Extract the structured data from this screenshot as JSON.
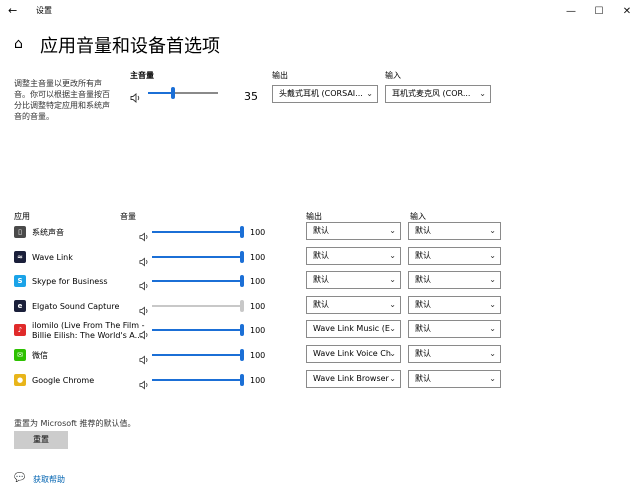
{
  "window": {
    "title": "设置"
  },
  "header": {
    "title": "应用音量和设备首选项"
  },
  "intro_text": [
    "调整主音量以更改所有声",
    "音。你可以根据主音量按百",
    "分比调整特定应用和系统声",
    "音的音量。"
  ],
  "master": {
    "label": "主音量",
    "value_text": "35",
    "level": 0.35,
    "output_label": "输出",
    "output_value": "头戴式耳机 (CORSAI...",
    "input_label": "输入",
    "input_value": "耳机式麦克风 (COR..."
  },
  "columns": {
    "app": "应用",
    "volume": "音量",
    "output": "输出",
    "input": "输入"
  },
  "apps": [
    {
      "name": "系统声音",
      "name2": "",
      "volume": "100",
      "output": "默认",
      "input": "默认",
      "icon": "system-sounds-icon",
      "muted": false
    },
    {
      "name": "Wave Link",
      "name2": "",
      "volume": "100",
      "output": "默认",
      "input": "默认",
      "icon": "wave-link-icon",
      "muted": false
    },
    {
      "name": "Skype for Business",
      "name2": "",
      "volume": "100",
      "output": "默认",
      "input": "默认",
      "icon": "skype-icon",
      "muted": false
    },
    {
      "name": "Elgato Sound Capture",
      "name2": "",
      "volume": "100",
      "output": "默认",
      "input": "默认",
      "icon": "elgato-icon",
      "muted": true
    },
    {
      "name": "ilomilo (Live From The Film -",
      "name2": "Billie Eilish: The World's A...",
      "volume": "100",
      "output": "Wave Link Music (E",
      "input": "默认",
      "icon": "netease-music-icon",
      "muted": false
    },
    {
      "name": "微信",
      "name2": "",
      "volume": "100",
      "output": "Wave Link Voice Ch",
      "input": "默认",
      "icon": "wechat-icon",
      "muted": false
    },
    {
      "name": "Google Chrome",
      "name2": "",
      "volume": "100",
      "output": "Wave Link Browser",
      "input": "默认",
      "icon": "chrome-icon",
      "muted": false
    }
  ],
  "reset": {
    "text": "重置为 Microsoft 推荐的默认值。",
    "button": "重置"
  },
  "help": {
    "link": "获取帮助"
  },
  "colors": {
    "accent": "#1b6fd6",
    "disabled": "#c8c8c8",
    "link": "#0063b1"
  }
}
